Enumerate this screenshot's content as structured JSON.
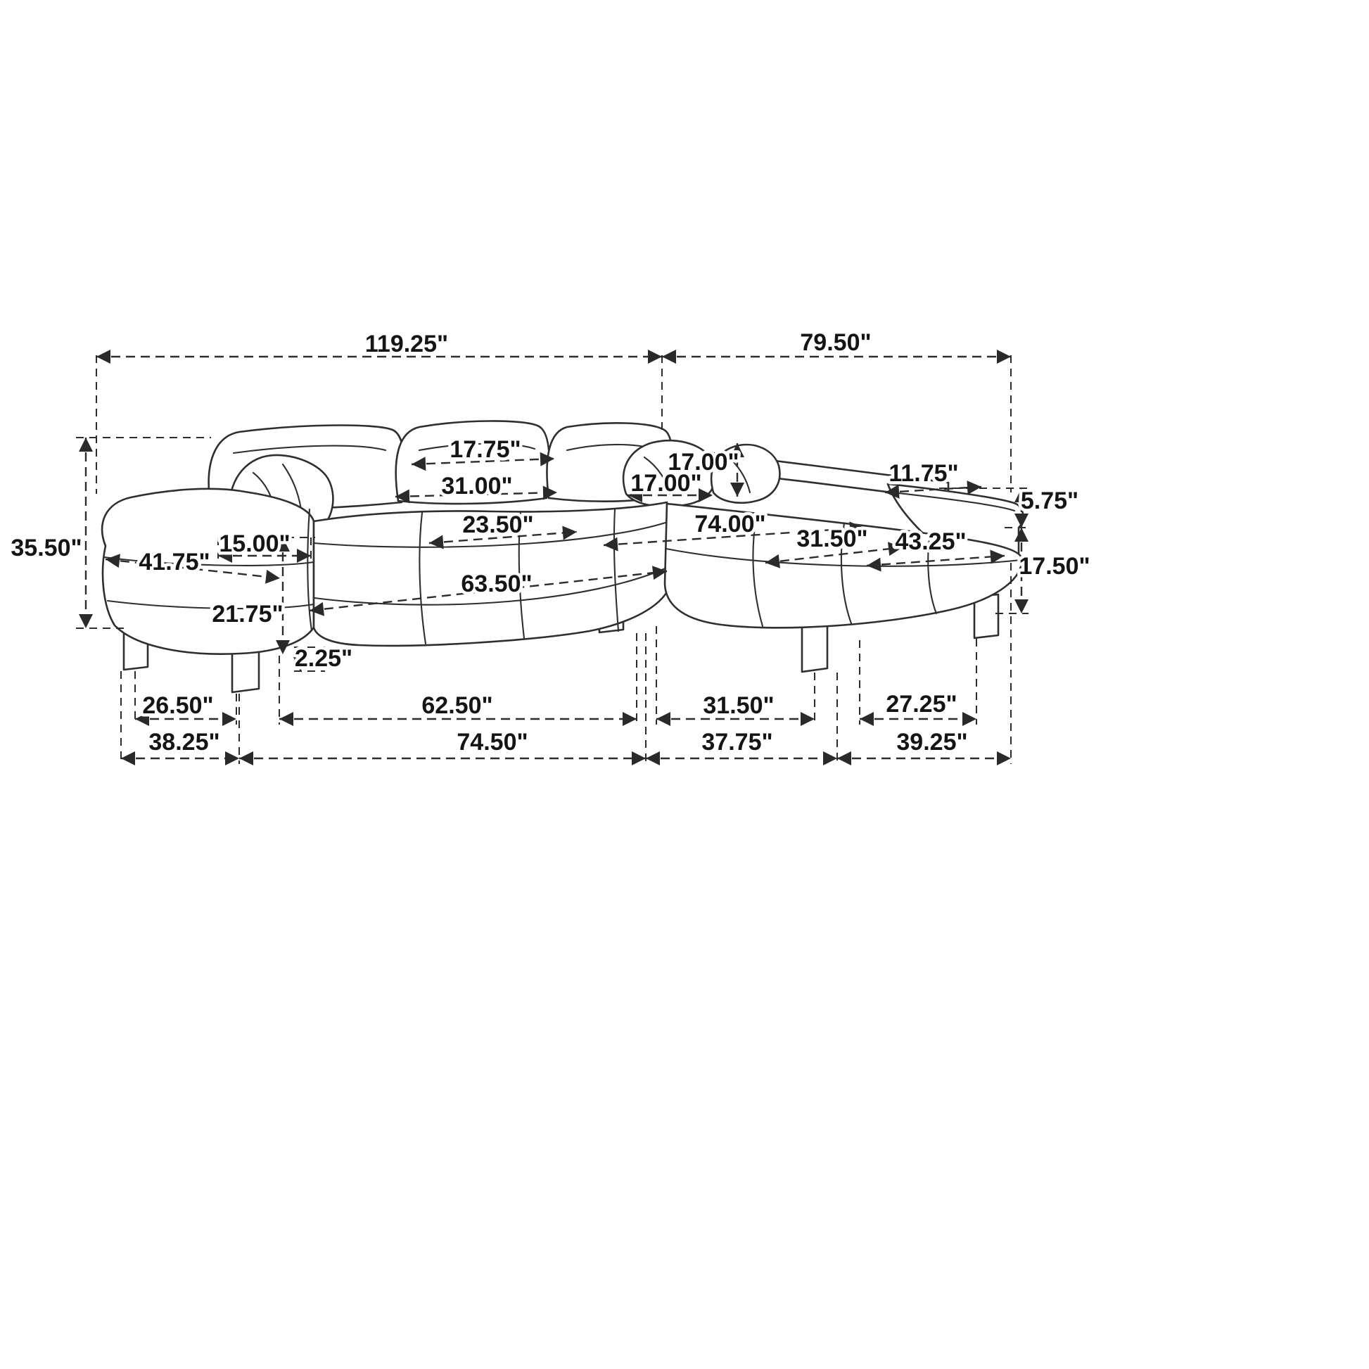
{
  "diagram": {
    "subject": "sectional-sofa-with-chaise-dimension-diagram"
  },
  "labels": {
    "overall_width_left": "119.25\"",
    "overall_width_right": "79.50\"",
    "back_cushion_depth": "17.75\"",
    "back_cushion_width": "31.00\"",
    "pillow_height": "17.00\"",
    "pillow_width": "17.00\"",
    "arm_top_length": "11.75\"",
    "arm_above_seat": "5.75\"",
    "overall_height": "35.50\"",
    "sofa_depth": "41.75\"",
    "arm_width": "15.00\"",
    "seat_depth": "23.50\"",
    "chaise_length": "74.00\"",
    "chaise_width": "31.50\"",
    "chaise_seat_length": "43.25\"",
    "seat_height": "17.50\"",
    "arm_front_height": "21.75\"",
    "seat_width": "63.50\"",
    "base_clearance": "2.25\"",
    "leg_spacing_left": "26.50\"",
    "leg_spacing_center": "62.50\"",
    "leg_spacing_chaise_gap": "31.50\"",
    "leg_spacing_right": "27.25\"",
    "footprint_left": "38.25\"",
    "footprint_center": "74.50\"",
    "footprint_chaise_gap": "37.75\"",
    "footprint_right": "39.25\""
  }
}
